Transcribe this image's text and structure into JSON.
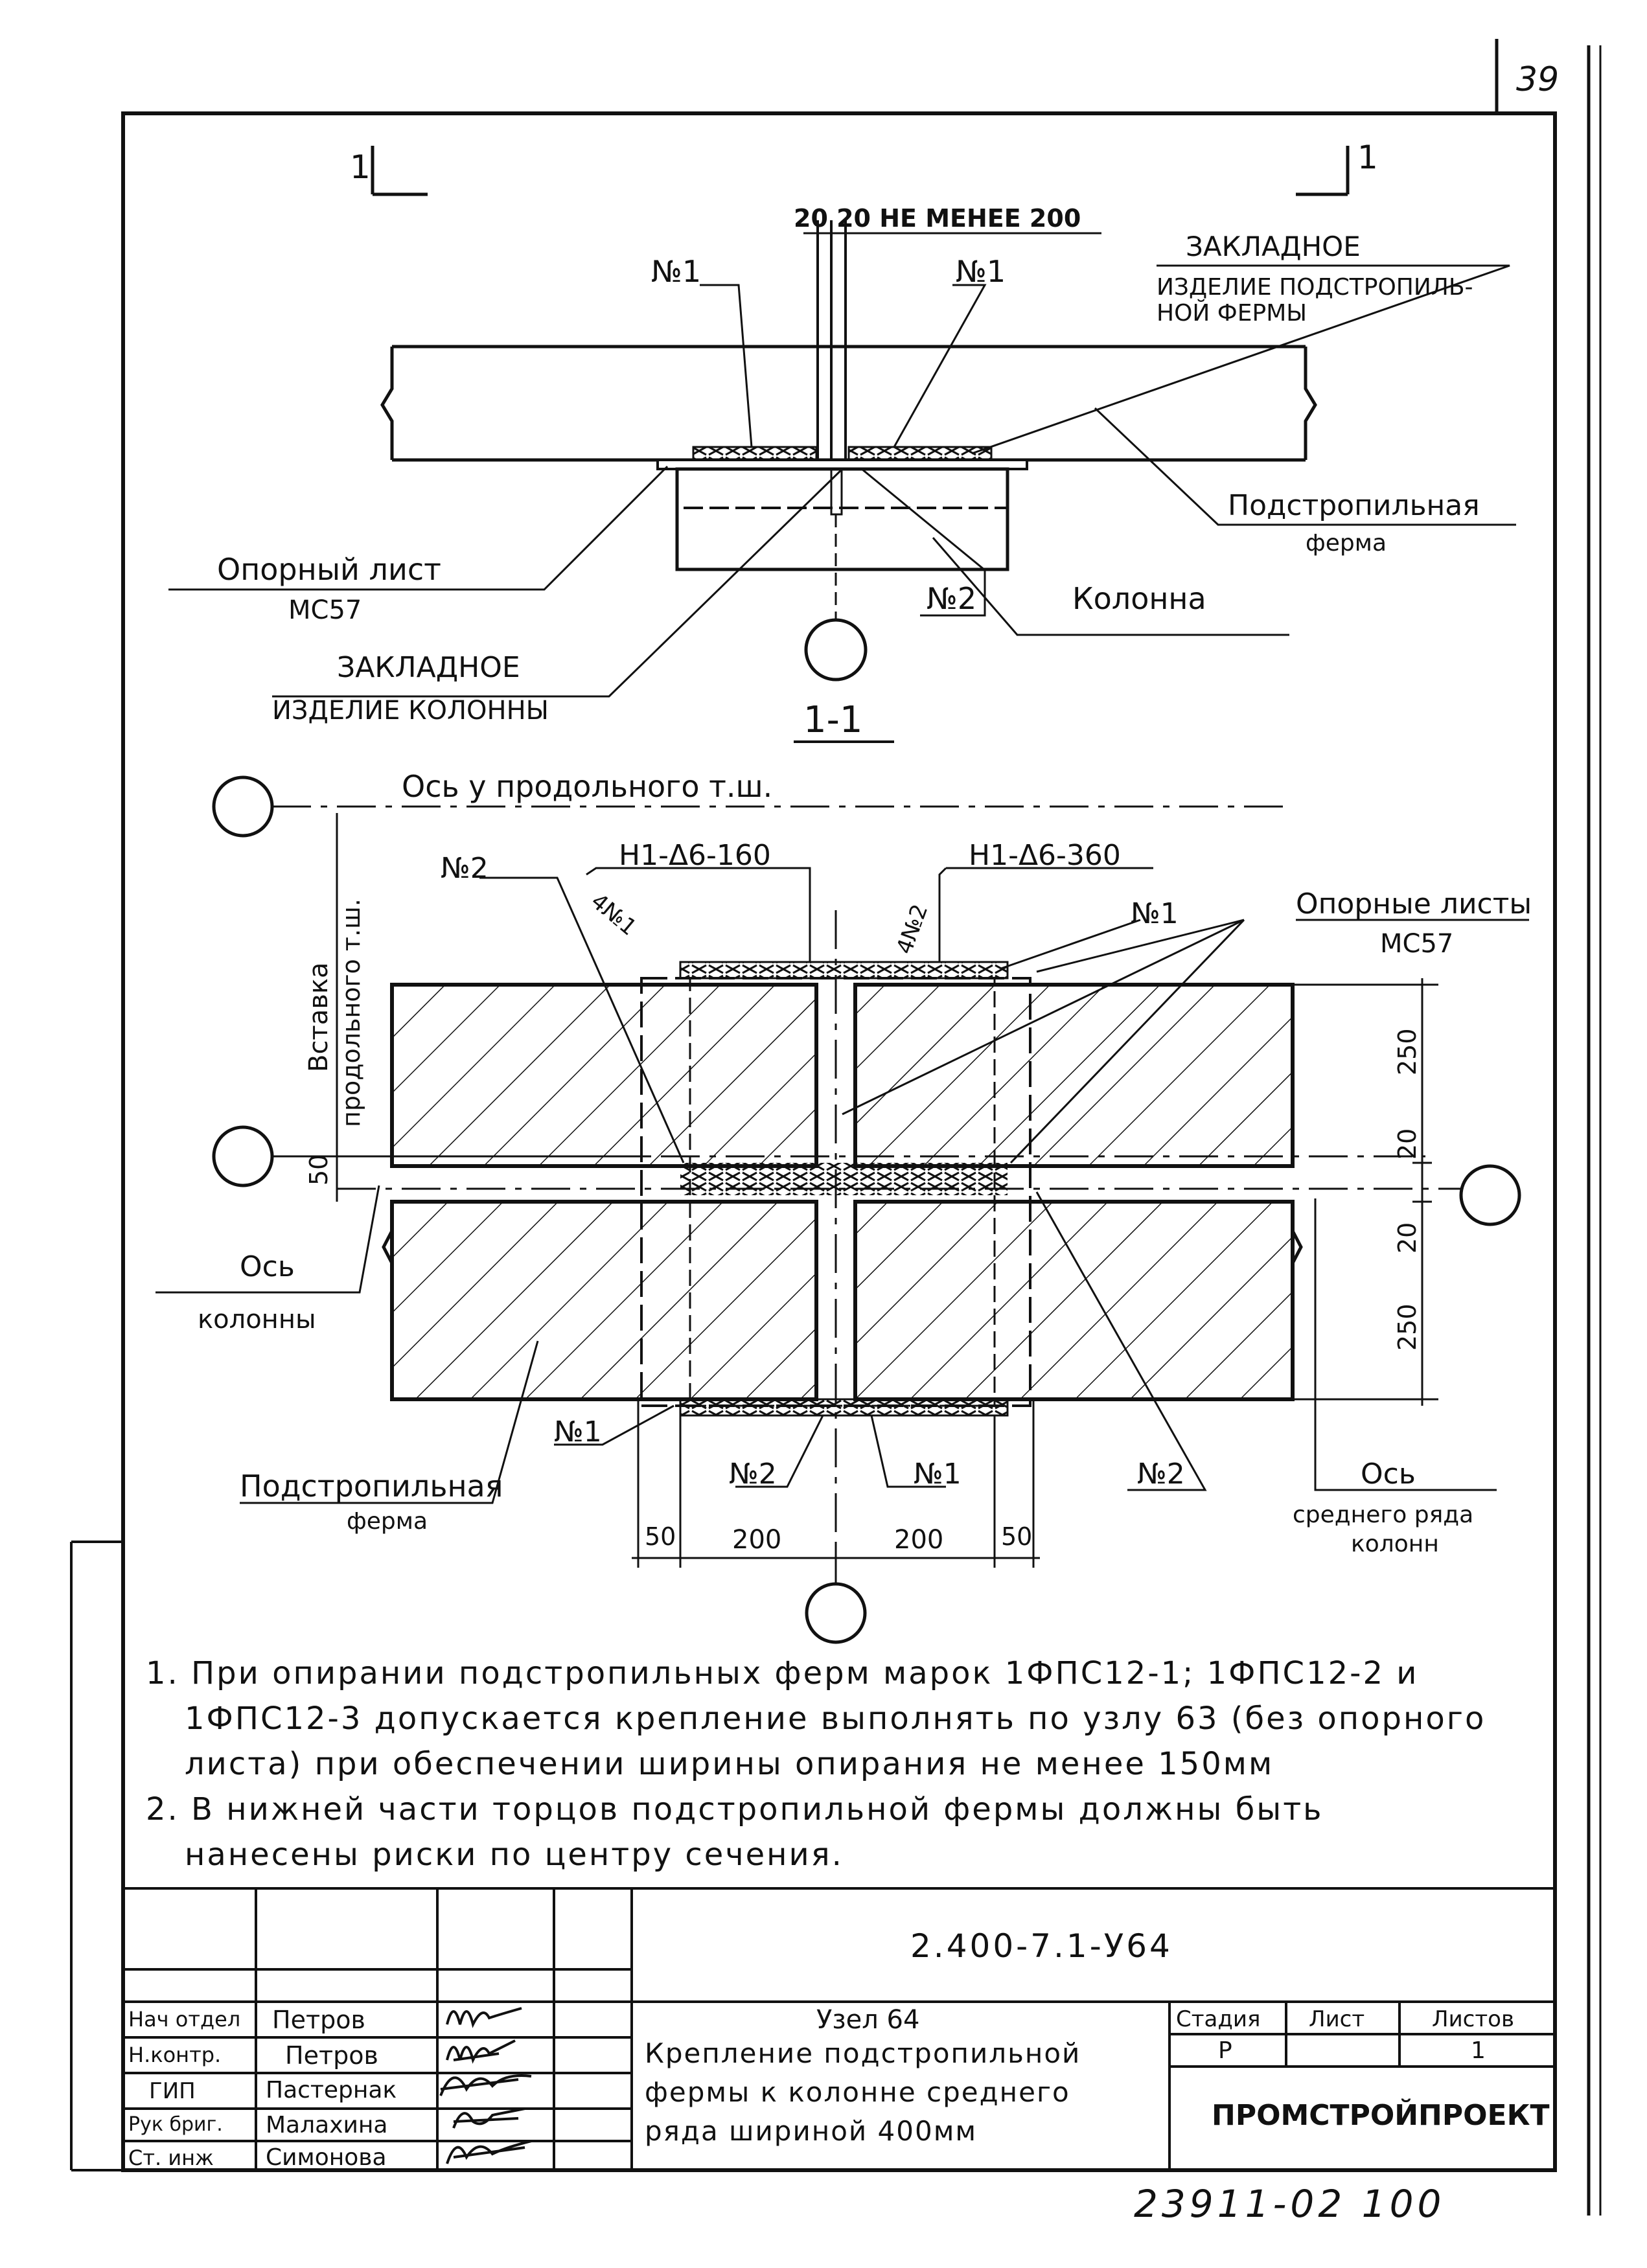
{
  "sheet_number": "39",
  "section_mark": "1",
  "section_title": "1-1",
  "top_view": {
    "dimension_top": "20 20 НЕ МЕНЕЕ 200",
    "mark_no1_left": "№1",
    "mark_no1_right": "№1",
    "mark_no2": "№2",
    "embedded_truss_line1": "ЗАКЛАДНОЕ",
    "embedded_truss_line2": "ИЗДЕЛИЕ ПОДСТРОПИЛЬ-",
    "embedded_truss_line3": "НОЙ ФЕРМЫ",
    "truss_label_line1": "Подстропильная",
    "truss_label_line2": "ферма",
    "column_label": "Колонна",
    "plate_label_line1": "Опорный лист",
    "plate_label_line2": "МС57",
    "embedded_col_line1": "ЗАКЛАДНОЕ",
    "embedded_col_line2": "ИЗДЕЛИЕ КОЛОННЫ"
  },
  "plan_view": {
    "axis_label": "Ось у продольного т.ш.",
    "insert_label_line1": "Вставка",
    "insert_label_line2": "продольного т.ш.",
    "mark_no2_left": "№2",
    "weld_left": "Н1-Δ6-160",
    "weld_right": "Н1-Δ6-360",
    "weld_4no1": "4№1",
    "weld_4no2": "4№2",
    "mark_no1_top": "№1",
    "support_plates_line1": "Опорные листы",
    "support_plates_line2": "МС57",
    "dim_250_top": "250",
    "dim_20_a": "20",
    "dim_20_b": "20",
    "dim_250_bottom": "250",
    "dim_50_left": "50",
    "col_axis_line1": "Ось",
    "col_axis_line2": "колонны",
    "mark_no1_bottom": "№1",
    "mark_no2_bottom": "№2",
    "mark_no1_bottom_right": "№1",
    "mark_no2_right": "№2",
    "truss_label_line1": "Подстропильная",
    "truss_label_line2": "ферма",
    "mid_axis_line1": "Ось",
    "mid_axis_line2": "среднего ряда",
    "mid_axis_line3": "колонн",
    "dims_bottom": [
      "50",
      "200",
      "200",
      "50"
    ]
  },
  "notes": [
    "1. При опирании подстропильных ферм марок 1ФПС12-1; 1ФПС12-2 и",
    "1ФПС12-3 допускается крепление выполнять по узлу 63 (без опорного",
    "листа) при обеспечении ширины опирания не менее 150мм",
    "2. В нижней части торцов подстропильной фермы должны быть",
    "нанесены риски по центру сечения."
  ],
  "title_block": {
    "doc_code": "2.400-7.1-У64",
    "node_title": "Узел 64",
    "description_line1": "Крепление подстропильной",
    "description_line2": "фермы к колонне среднего",
    "description_line3": "ряда шириной 400мм",
    "stage_header": "Стадия",
    "sheet_header": "Лист",
    "sheets_header": "Листов",
    "stage_value": "Р",
    "sheet_value": "",
    "sheets_value": "1",
    "company": "ПРОМСТРОЙПРОЕКТ",
    "roles": [
      {
        "role": "Нач отдел",
        "name": "Петров"
      },
      {
        "role": "Н.контр.",
        "name": "Петров"
      },
      {
        "role": "ГИП",
        "name": "Пастернак"
      },
      {
        "role": "Рук бриг.",
        "name": "Малахина"
      },
      {
        "role": "Ст. инж",
        "name": "Симонова"
      }
    ],
    "archive_number": "23911-02 100"
  }
}
